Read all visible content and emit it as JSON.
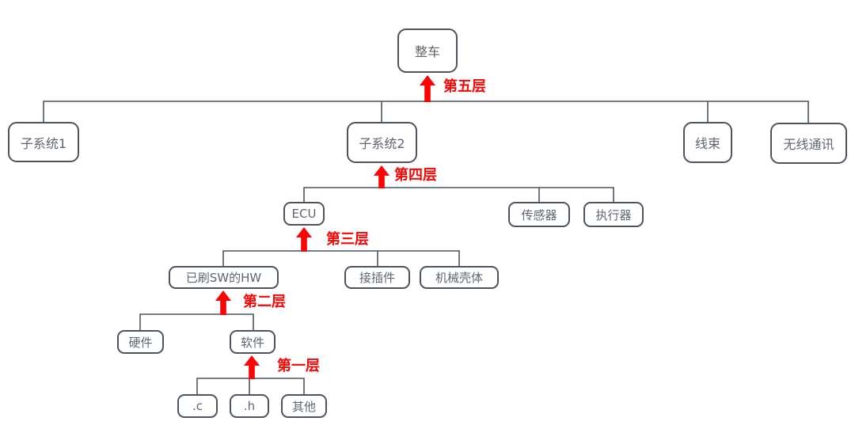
{
  "diagram_title": "vehicle-system-decomposition-tree",
  "nodes": {
    "vehicle": "整车",
    "subsystem1": "子系统1",
    "subsystem2": "子系统2",
    "harness": "线束",
    "wireless": "无线通讯",
    "ecu": "ECU",
    "sensor": "传感器",
    "actuator": "执行器",
    "flashed_hw": "已刷SW的HW",
    "connector": "接插件",
    "housing": "机械壳体",
    "hardware": "硬件",
    "software": "软件",
    "c_file": ".c",
    "h_file": ".h",
    "other": "其他"
  },
  "levels": {
    "l5": "第五层",
    "l4": "第四层",
    "l3": "第三层",
    "l2": "第二层",
    "l1": "第一层"
  },
  "colors": {
    "box_border": "#4c545e",
    "box_text": "#5f656c",
    "connector": "#4c545e",
    "level_accent": "#fa0404",
    "background": "#ffffff"
  }
}
